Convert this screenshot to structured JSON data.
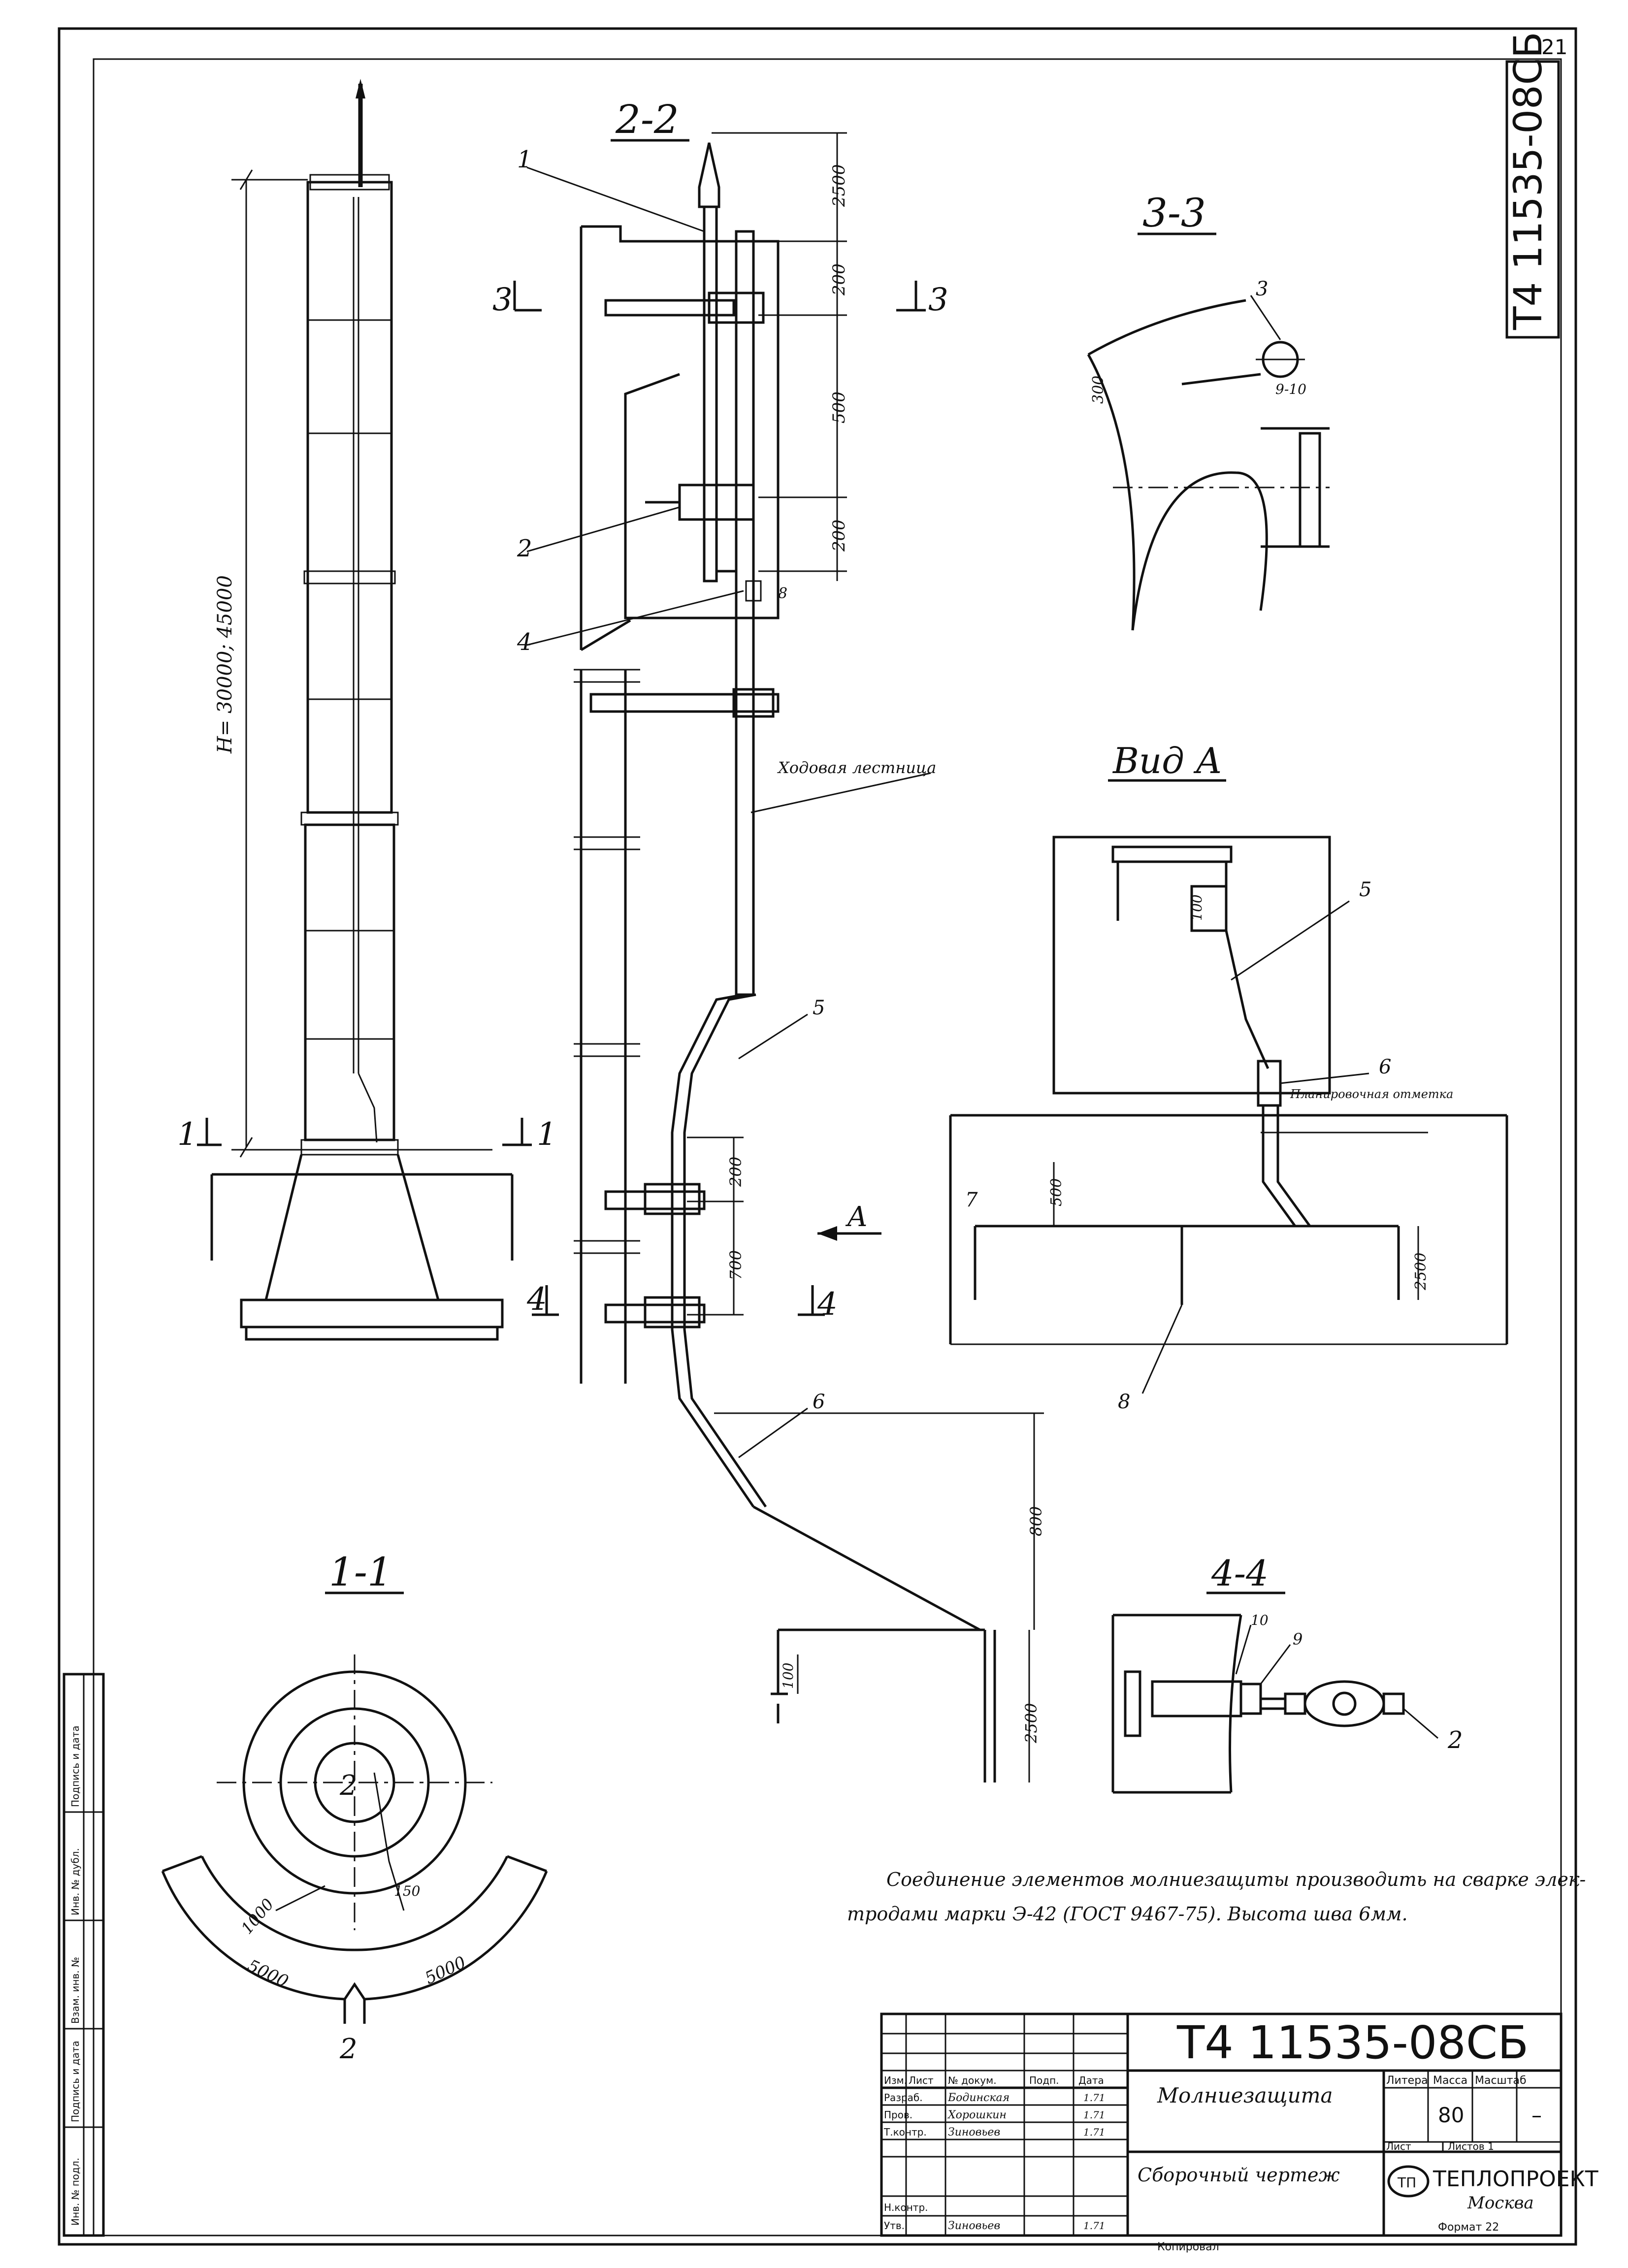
{
  "sheet_no": "21",
  "side_code": "Т4 11535-08СБ",
  "views": {
    "section_2_2": "2-2",
    "section_3_3": "3-3",
    "section_1_1": "1-1",
    "section_4_4": "4-4",
    "view_a_title": "Вид А",
    "cut1_label": "1",
    "cut3_label": "3",
    "cut4_label": "4",
    "cut2_label": "2",
    "view_a_arrow": "А"
  },
  "dimensions": {
    "height_range": "Н= 30000; 45000",
    "d2500_top": "2500",
    "d200_a": "200",
    "d500": "500",
    "d200_b": "200",
    "d8": "8",
    "d200_c": "200",
    "d700": "700",
    "d800": "800",
    "d100": "100",
    "d2500_bottom": "2500",
    "d300": "300",
    "d9_10": "9-10",
    "va_100": "100",
    "va_500": "500",
    "va_2500": "2500",
    "s11_1000": "1000",
    "s11_5000_left": "5000",
    "s11_5000_right": "5000",
    "s11_150": "150"
  },
  "callouts": {
    "c1": "1",
    "c2": "2",
    "c3": "3",
    "c4": "4",
    "c5": "5",
    "c6": "6",
    "va5": "5",
    "va6": "6",
    "va7": "7",
    "va8": "8",
    "s44_10": "10",
    "s44_9": "9",
    "s44_2": "2"
  },
  "labels": {
    "ladder": "Ходовая лестница",
    "ground_mark": "Планировочная отметка"
  },
  "note": {
    "line1": "Соединение элементов молниезащиты производить на сварке элек-",
    "line2": "тродами марки Э-42 (ГОСТ 9467-75). Высота шва 6мм."
  },
  "left_margin": {
    "f1": "Инв. № подл.",
    "f2": "Подпись и дата",
    "f3": "Взам. инв. №",
    "f4": "Инв. № дубл.",
    "f5": "Подпись и дата"
  },
  "title_block": {
    "doc_code": "Т4 11535-08СБ",
    "name": "Молниезащита",
    "doc_type": "Сборочный чертеж",
    "col_headers": [
      "Изм.",
      "Лист",
      "№ докум.",
      "Подп.",
      "Дата"
    ],
    "roles": [
      {
        "role": "Разраб.",
        "name": "Бодинская",
        "date": "1.71"
      },
      {
        "role": "Пров.",
        "name": "Хорошкин",
        "date": "1.71"
      },
      {
        "role": "Т.контр.",
        "name": "Зиновьев",
        "date": "1.71"
      },
      {
        "role": "Н.контр.",
        "name": "",
        "date": ""
      },
      {
        "role": "Утв.",
        "name": "Зиновьев",
        "date": "1.71"
      }
    ],
    "litera_header": "Литера",
    "mass_header": "Масса",
    "scale_header": "Масштаб",
    "mass": "80",
    "scale": "–",
    "sheet_label": "Лист",
    "sheets_label": "Листов 1",
    "org": "ТЕПЛОПРОЕКТ",
    "city": "Москва",
    "copied": "Копировал",
    "format": "Формат 22"
  }
}
